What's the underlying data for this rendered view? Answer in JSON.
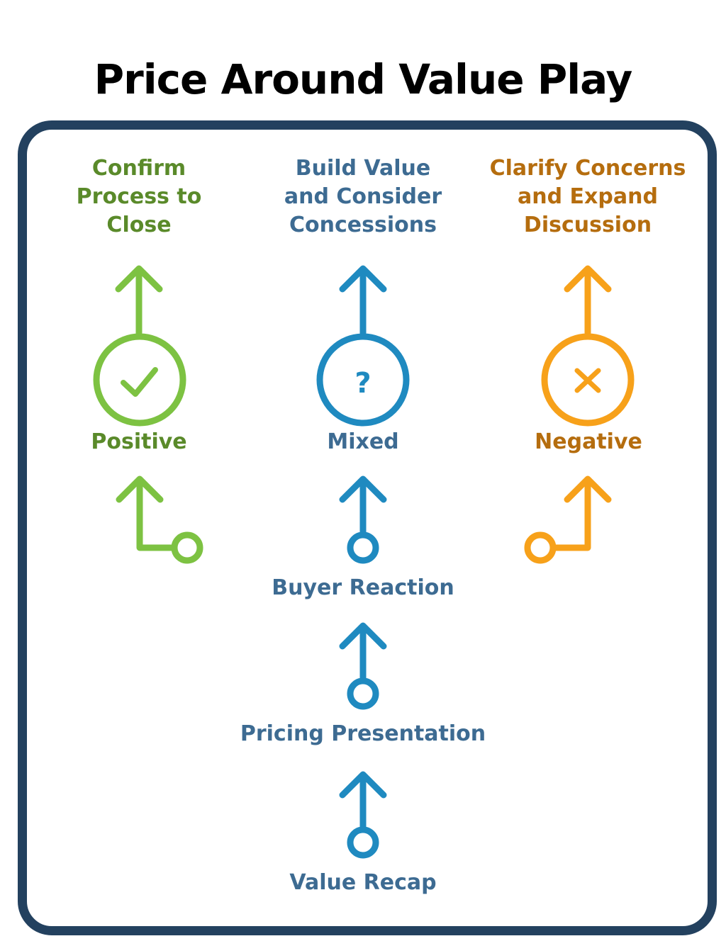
{
  "title": "Price Around Value Play",
  "colors": {
    "frame": "#23415f",
    "positive_stroke": "#7dc242",
    "positive_text": "#5a8a2a",
    "mixed_stroke": "#1f8ac0",
    "mixed_text": "#3d6b92",
    "negative_stroke": "#f7a11a",
    "negative_text": "#b56d0e",
    "center_text": "#3d6b92"
  },
  "outcomes": {
    "positive": {
      "line1": "Confirm",
      "line2": "Process to",
      "line3": "Close"
    },
    "mixed": {
      "line1": "Build Value",
      "line2": "and Consider",
      "line3": "Concessions"
    },
    "negative": {
      "line1": "Clarify Concerns",
      "line2": "and Expand",
      "line3": "Discussion"
    }
  },
  "reactions": {
    "positive": {
      "label": "Positive",
      "icon": "check-icon"
    },
    "mixed": {
      "label": "Mixed",
      "icon": "question-mark-icon",
      "symbol": "?"
    },
    "negative": {
      "label": "Negative",
      "icon": "x-icon"
    }
  },
  "steps": {
    "buyer_reaction": "Buyer Reaction",
    "pricing_presentation": "Pricing Presentation",
    "value_recap": "Value Recap"
  }
}
